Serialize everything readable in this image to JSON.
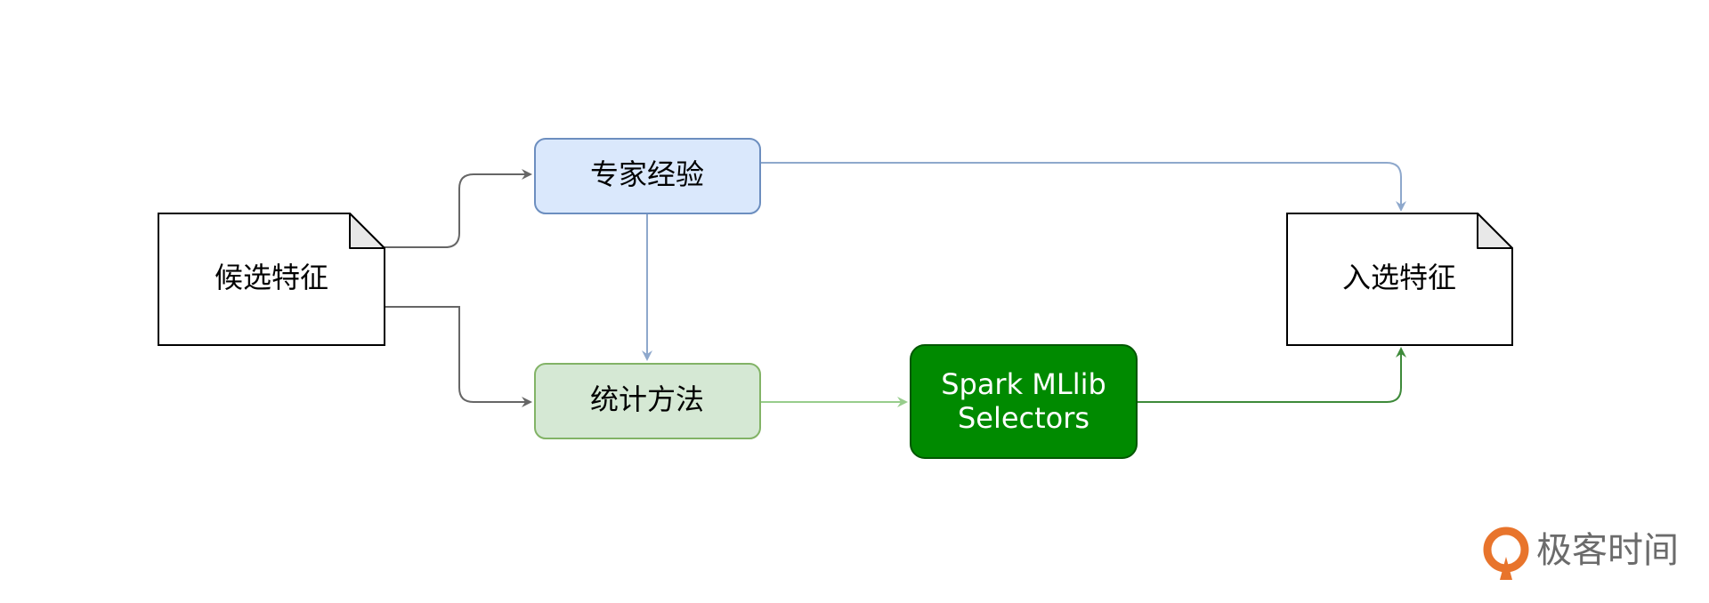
{
  "nodes": {
    "candidate": {
      "label": "候选特征"
    },
    "expert": {
      "label": "专家经验"
    },
    "stats": {
      "label": "统计方法"
    },
    "spark": {
      "line1": "Spark MLlib",
      "line2": "Selectors"
    },
    "selected": {
      "label": "入选特征"
    }
  },
  "colors": {
    "expert_fill": "#dae8fc",
    "expert_stroke": "#6c8ebf",
    "stats_fill": "#d5e8d4",
    "stats_stroke": "#82b366",
    "spark_fill": "#008a00",
    "spark_stroke": "#005700",
    "gray_edge": "#666666",
    "blue_edge": "#8ea8cc",
    "light_green_edge": "#97cd8c",
    "green_edge": "#3e8a3a",
    "logo_orange": "#e8742c"
  },
  "logo": {
    "text": "极客时间",
    "icon": "geektime-logo-icon"
  }
}
